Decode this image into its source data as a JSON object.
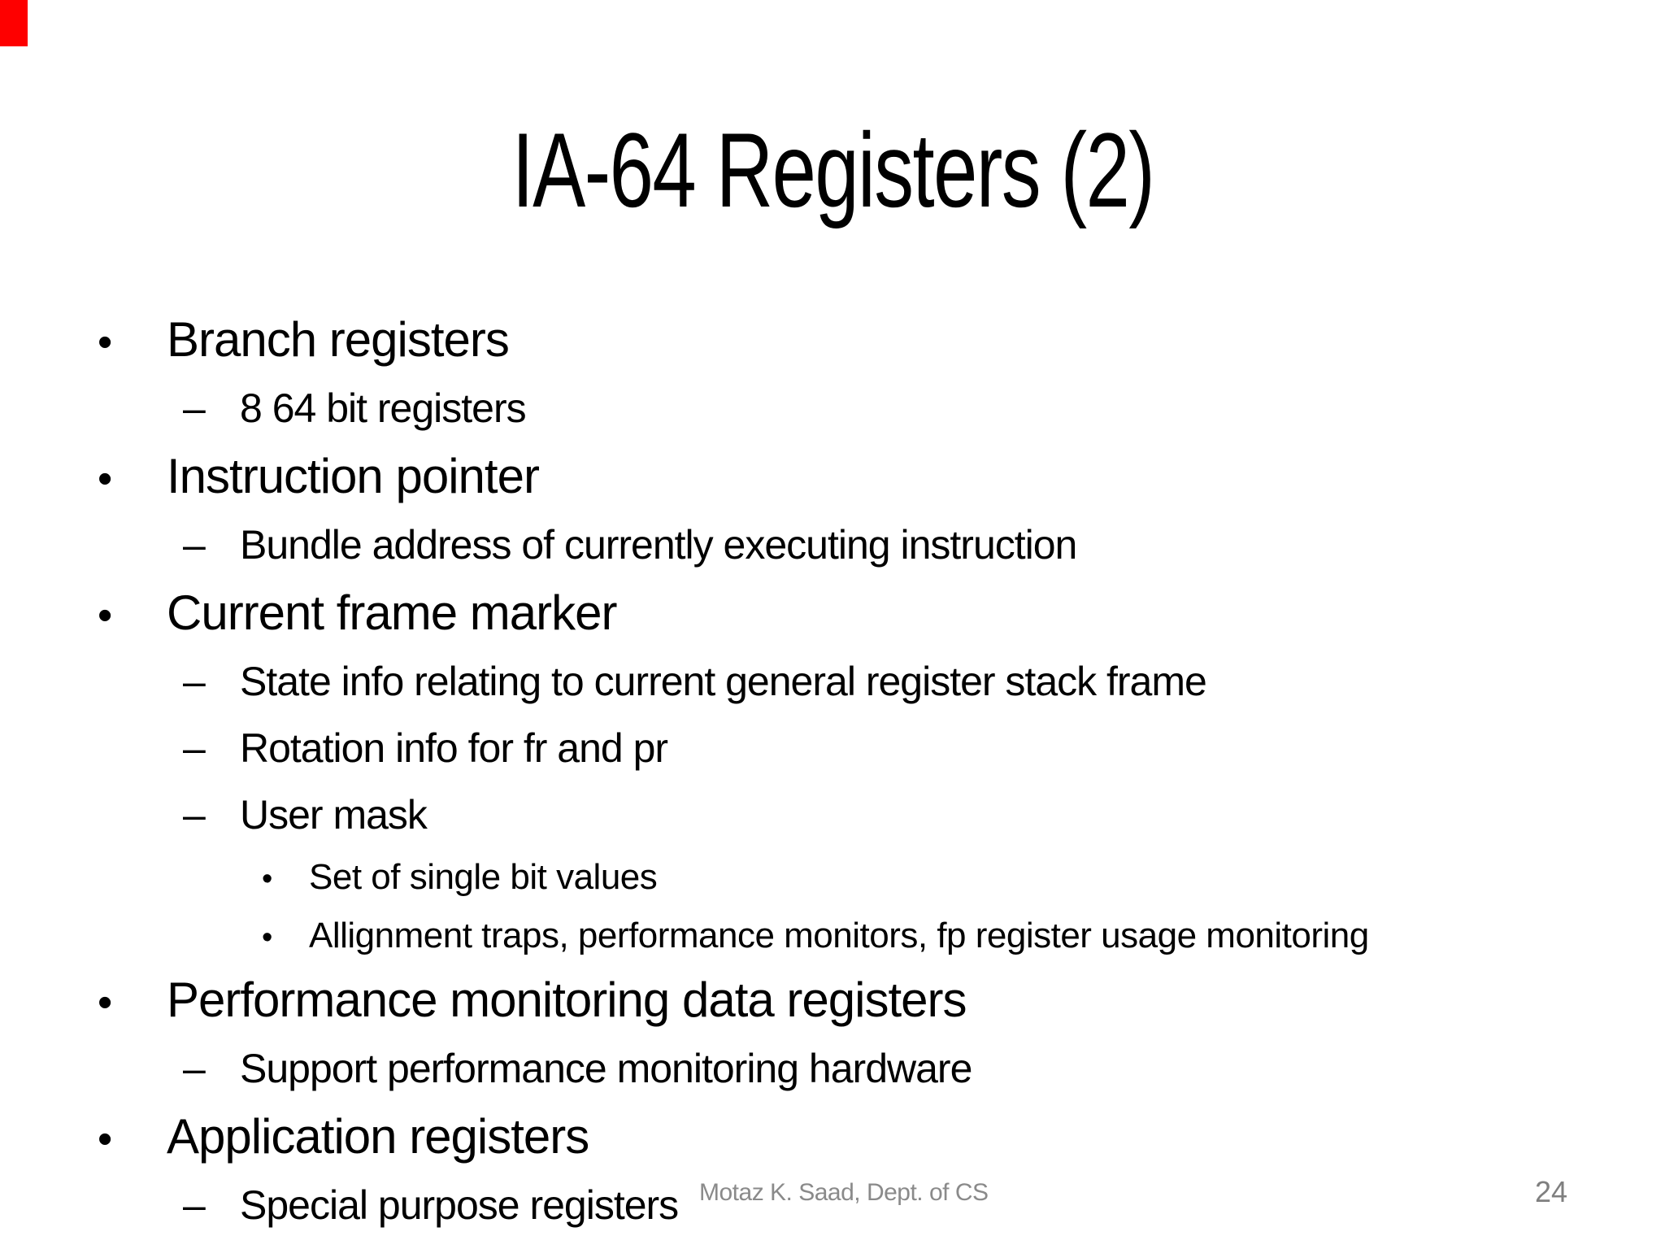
{
  "slide": {
    "title": "IA-64 Registers (2)",
    "bullets": [
      {
        "level": 1,
        "marker": "•",
        "text": "Branch registers"
      },
      {
        "level": 2,
        "marker": "–",
        "text": "8 64 bit registers"
      },
      {
        "level": 1,
        "marker": "•",
        "text": "Instruction pointer"
      },
      {
        "level": 2,
        "marker": "–",
        "text": "Bundle address of currently executing instruction"
      },
      {
        "level": 1,
        "marker": "•",
        "text": "Current frame marker"
      },
      {
        "level": 2,
        "marker": "–",
        "text": "State info relating to current general register stack frame"
      },
      {
        "level": 2,
        "marker": "–",
        "text": "Rotation info for fr and pr"
      },
      {
        "level": 2,
        "marker": "–",
        "text": "User mask"
      },
      {
        "level": 3,
        "marker": "•",
        "text": "Set of single bit values"
      },
      {
        "level": 3,
        "marker": "•",
        "text": "Allignment traps, performance monitors, fp register usage monitoring"
      },
      {
        "level": 1,
        "marker": "•",
        "text": "Performance monitoring data registers"
      },
      {
        "level": 2,
        "marker": "–",
        "text": "Support performance monitoring hardware"
      },
      {
        "level": 1,
        "marker": "•",
        "text": "Application registers"
      },
      {
        "level": 2,
        "marker": "–",
        "text": "Special purpose registers"
      }
    ],
    "footer": {
      "author": "Motaz K. Saad, Dept. of CS",
      "page_number": "24"
    },
    "colors": {
      "background": "#ffffff",
      "text": "#000000",
      "footer_text": "#8a8a8a",
      "page_number_text": "#7f7f7f",
      "accent_bar": "#fe0000"
    }
  }
}
